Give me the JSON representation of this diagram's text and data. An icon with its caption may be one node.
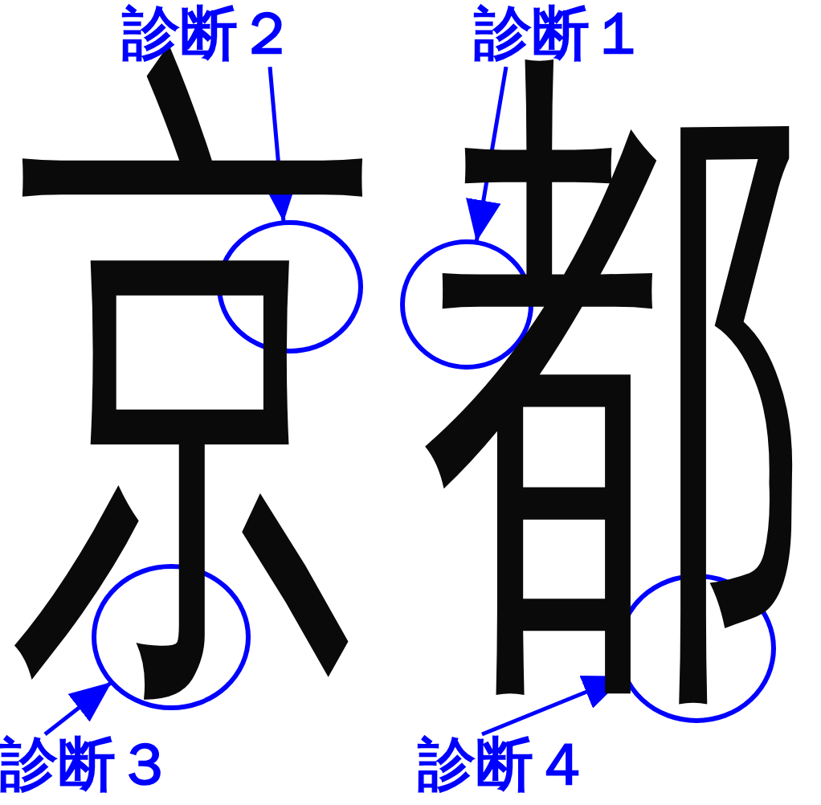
{
  "diagram": {
    "nodes": [
      {
        "text": [
          "診断２"
        ]
      },
      {
        "text": [
          "診断１"
        ]
      },
      {
        "text": [],
        "shape": "circle"
      },
      {
        "text": [],
        "shape": "circle"
      },
      {
        "text": [],
        "shape": "circle"
      },
      {
        "text": [],
        "shape": "circle"
      },
      {
        "text": [
          "診断３"
        ]
      },
      {
        "text": [
          "診断４"
        ]
      }
    ],
    "edges": [
      {
        "from": 0,
        "to": 2,
        "arrow": "to"
      },
      {
        "from": 1,
        "to": 3,
        "arrow": "to"
      },
      {
        "from": 6,
        "to": 4,
        "arrow": "to"
      },
      {
        "from": 7,
        "to": 5,
        "arrow": "to"
      }
    ],
    "labels": [
      "京",
      "都"
    ]
  }
}
